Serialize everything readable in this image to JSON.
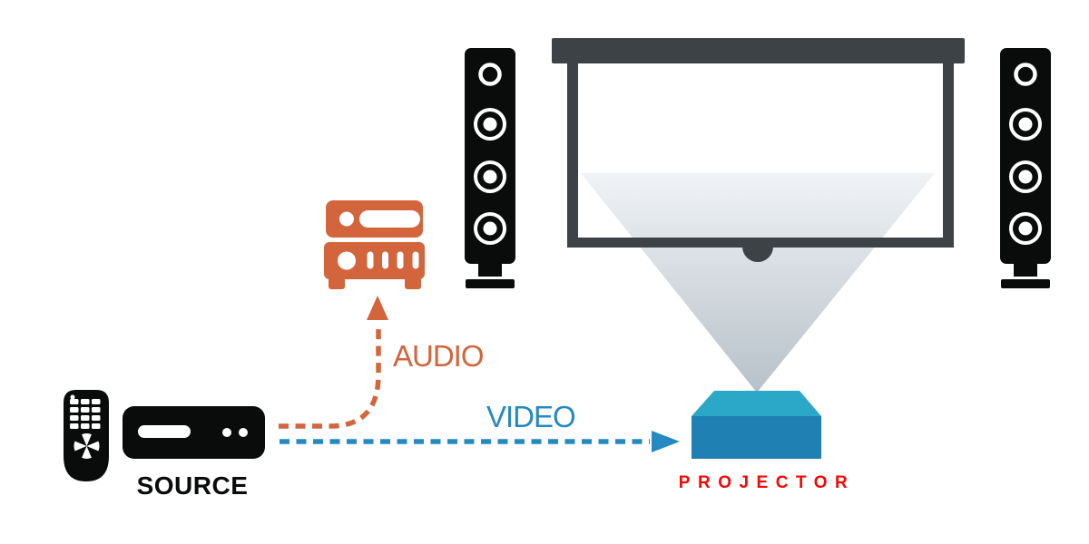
{
  "labels": {
    "source": "SOURCE",
    "audio": "AUDIO",
    "video": "VIDEO",
    "projector": "PROJECTOR"
  },
  "colors": {
    "device_black": "#0a0b0b",
    "audio_orange": "#d2653c",
    "video_blue": "#2589c2",
    "label_red": "#fb0505",
    "frame_dark": "#3d4247",
    "projector_top": "#2ba7c7",
    "projector_front": "#1e80b3",
    "beam_top": "#f0f3f6",
    "beam_bottom": "#b7c1c9",
    "white": "#ffffff"
  },
  "icons": {
    "remote-control": "svg-shape",
    "source-device": "svg-shape",
    "av-receiver": "svg-shape",
    "tower-speaker-left": "svg-shape",
    "tower-speaker-right": "svg-shape",
    "projection-screen": "svg-shape",
    "projector": "svg-shape",
    "light-beam": "gradient-triangle",
    "audio-arrow": "dashed-arrow-up",
    "video-arrow": "dashed-arrow-right"
  }
}
